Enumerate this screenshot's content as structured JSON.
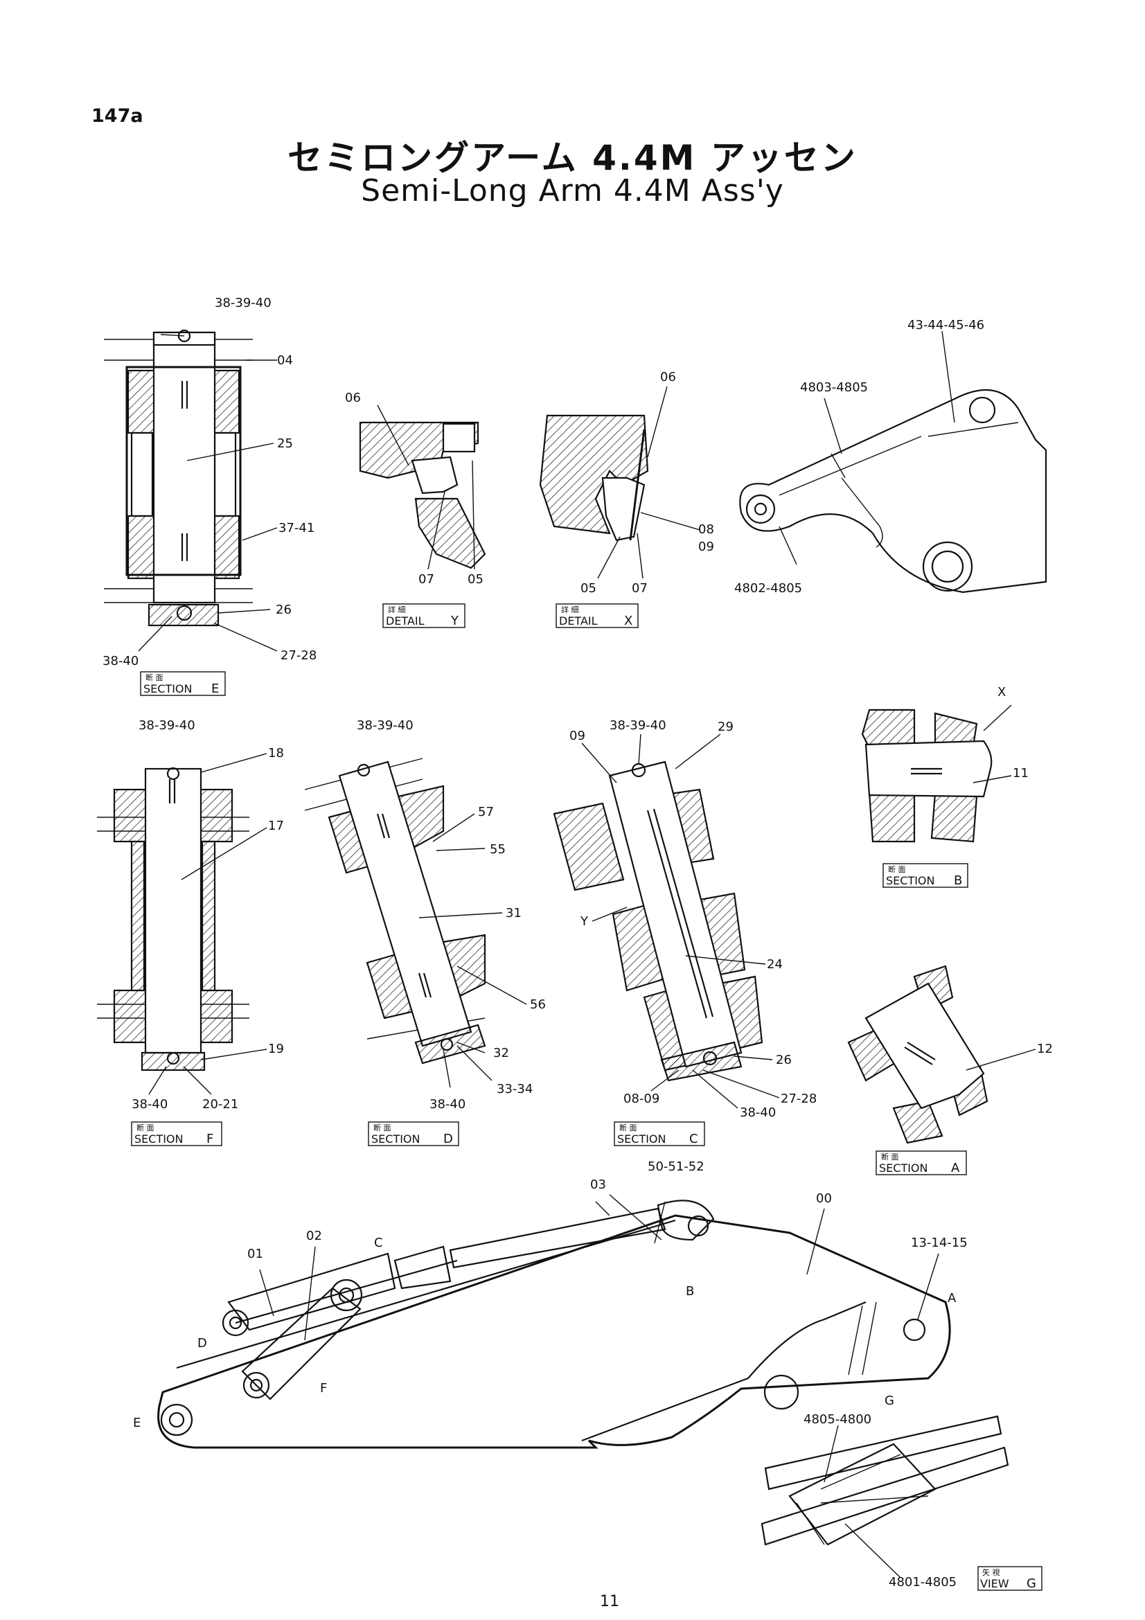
{
  "page": {
    "number": "147a",
    "title_jp": "セミロングアーム 4.4M アッセン",
    "title_en": "Semi-Long Arm 4.4M Ass'y",
    "footer": "11"
  },
  "section_e": {
    "caption_jp": "断 面",
    "caption_en": "SECTION",
    "letter": "E",
    "labels": [
      "38-39-40",
      "04",
      "25",
      "37-41",
      "26",
      "38-40",
      "27-28"
    ]
  },
  "detail_y": {
    "caption_jp": "詳 細",
    "caption_en": "DETAIL",
    "letter": "Y",
    "labels": [
      "06",
      "07",
      "05"
    ]
  },
  "detail_x": {
    "caption_jp": "詳 細",
    "caption_en": "DETAIL",
    "letter": "X",
    "labels": [
      "06",
      "08",
      "09",
      "05",
      "07"
    ]
  },
  "arm_top_view": {
    "labels": [
      "43-44-45-46",
      "4803-4805",
      "4802-4805"
    ]
  },
  "section_b": {
    "caption_jp": "断 面",
    "caption_en": "SECTION",
    "letter": "B",
    "labels": [
      "X",
      "11"
    ]
  },
  "section_f": {
    "caption_jp": "断 面",
    "caption_en": "SECTION",
    "letter": "F",
    "labels": [
      "38-39-40",
      "18",
      "17",
      "19",
      "38-40",
      "20-21"
    ]
  },
  "section_d": {
    "caption_jp": "断 面",
    "caption_en": "SECTION",
    "letter": "D",
    "labels": [
      "38-39-40",
      "57",
      "55",
      "31",
      "56",
      "32",
      "33-34",
      "38-40"
    ]
  },
  "section_c": {
    "caption_jp": "断 面",
    "caption_en": "SECTION",
    "letter": "C",
    "labels": [
      "09",
      "38-39-40",
      "29",
      "Y",
      "24",
      "26",
      "08-09",
      "27-28",
      "38-40"
    ]
  },
  "section_a": {
    "caption_jp": "断 面",
    "caption_en": "SECTION",
    "letter": "A",
    "labels": [
      "12"
    ]
  },
  "arm_assembly": {
    "labels": [
      "50-51-52",
      "03",
      "00",
      "01",
      "02",
      "13-14-15"
    ],
    "view_markers": [
      "C",
      "B",
      "A",
      "D",
      "E",
      "F",
      "G"
    ]
  },
  "view_g": {
    "caption_jp": "矢 視",
    "caption_en": "VIEW",
    "letter": "G",
    "labels": [
      "4805-4800",
      "4801-4805"
    ]
  }
}
